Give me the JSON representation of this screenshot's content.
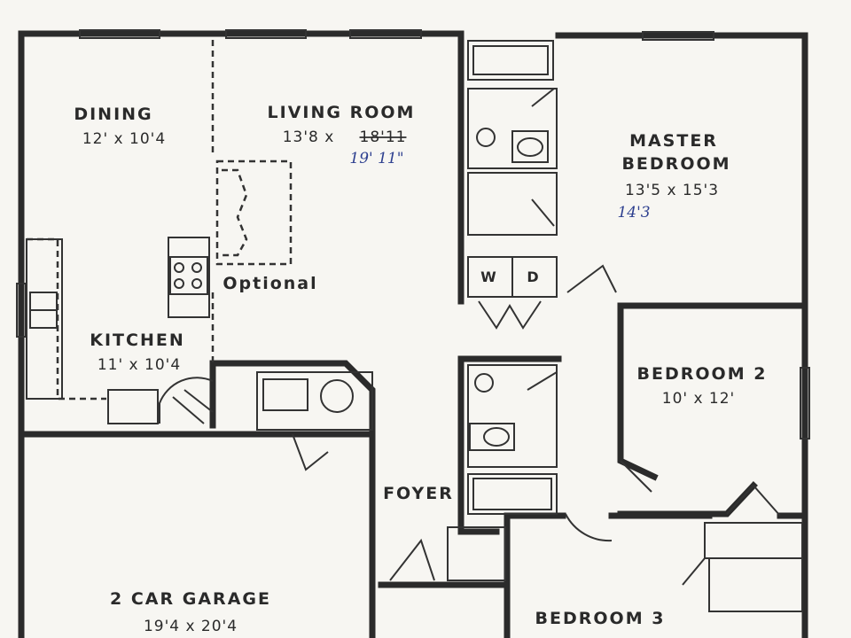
{
  "rooms": {
    "dining": {
      "name": "DINING",
      "dims": "12' x 10'4"
    },
    "living": {
      "name": "LIVING ROOM",
      "dims_prefix": "13'8 x",
      "dims_struck": "18'11",
      "dims_handwritten": "19' 11\""
    },
    "master": {
      "name_line1": "MASTER",
      "name_line2": "BEDROOM",
      "dims": "13'5 x 15'3",
      "dims_handwritten": "14'3"
    },
    "kitchen": {
      "name": "KITCHEN",
      "dims": "11' x 10'4"
    },
    "bedroom2": {
      "name": "BEDROOM 2",
      "dims": "10' x 12'"
    },
    "foyer": {
      "name": "FOYER"
    },
    "garage": {
      "name": "2 CAR GARAGE",
      "dims": "19'4 x 20'4"
    },
    "bedroom3": {
      "name": "BEDROOM 3"
    }
  },
  "labels": {
    "optional": "Optional",
    "washer": "W",
    "dryer": "D"
  }
}
